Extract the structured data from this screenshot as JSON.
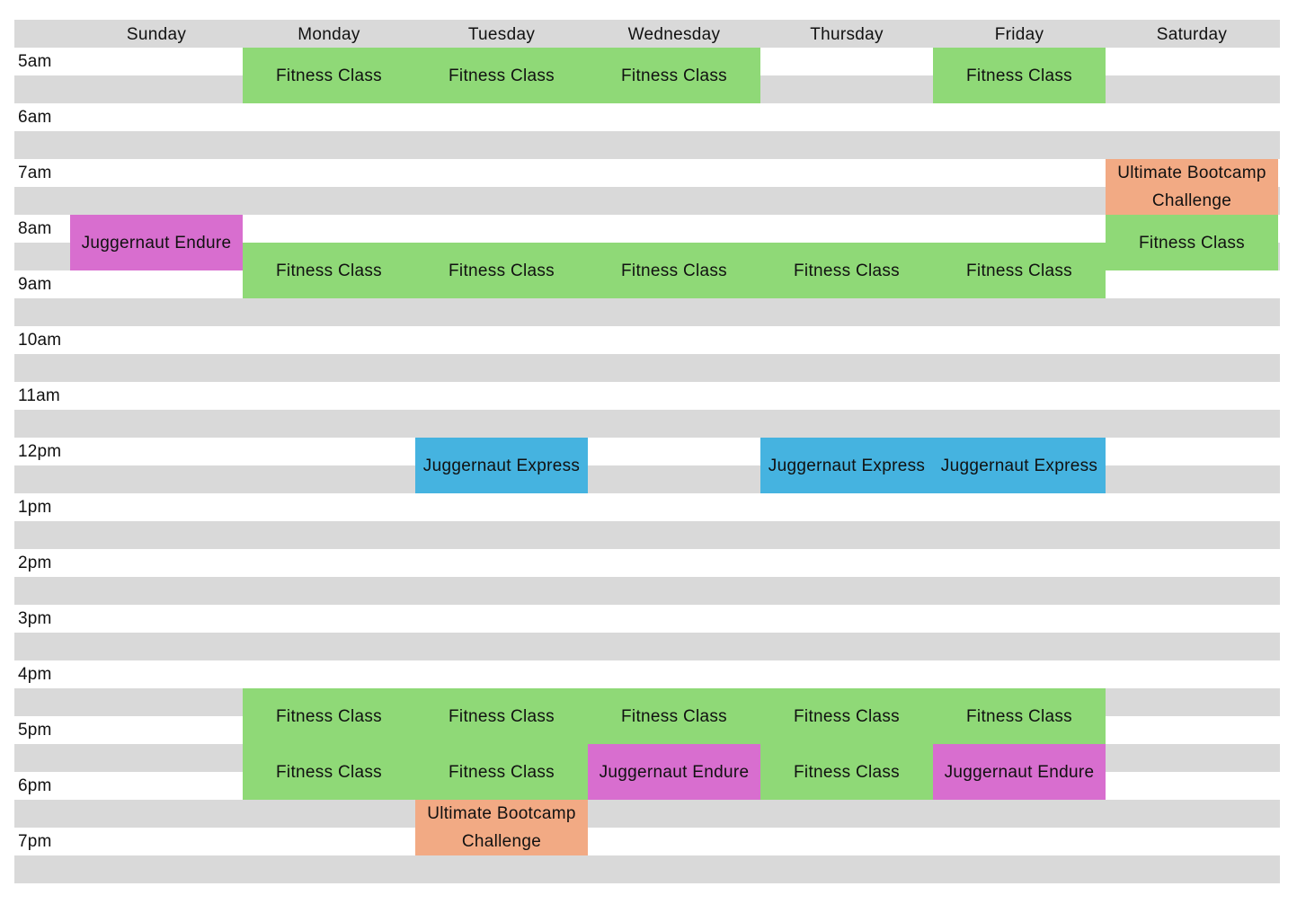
{
  "days": [
    "Sunday",
    "Monday",
    "Tuesday",
    "Wednesday",
    "Thursday",
    "Friday",
    "Saturday"
  ],
  "times": [
    "5am",
    "6am",
    "7am",
    "8am",
    "9am",
    "10am",
    "11am",
    "12pm",
    "1pm",
    "2pm",
    "3pm",
    "4pm",
    "5pm",
    "6pm",
    "7pm"
  ],
  "colors": {
    "fitness": "#8fd977",
    "express": "#45b3e0",
    "endure": "#d86ecf",
    "bootcamp": "#f2aa84",
    "row_shade": "#d9d9d9"
  },
  "events": [
    {
      "name": "Fitness Class",
      "day": "Monday",
      "start": "5:00am",
      "end": "6:00am"
    },
    {
      "name": "Fitness Class",
      "day": "Tuesday",
      "start": "5:00am",
      "end": "6:00am"
    },
    {
      "name": "Fitness Class",
      "day": "Wednesday",
      "start": "5:00am",
      "end": "6:00am"
    },
    {
      "name": "Fitness Class",
      "day": "Friday",
      "start": "5:00am",
      "end": "6:00am"
    },
    {
      "name": "Ultimate Bootcamp Challenge",
      "day": "Saturday",
      "start": "7:00am",
      "end": "8:00am"
    },
    {
      "name": "Juggernaut Endure",
      "day": "Sunday",
      "start": "8:00am",
      "end": "9:00am"
    },
    {
      "name": "Fitness Class",
      "day": "Saturday",
      "start": "8:00am",
      "end": "9:00am"
    },
    {
      "name": "Fitness Class",
      "day": "Monday",
      "start": "8:30am",
      "end": "9:30am"
    },
    {
      "name": "Fitness Class",
      "day": "Tuesday",
      "start": "8:30am",
      "end": "9:30am"
    },
    {
      "name": "Fitness Class",
      "day": "Wednesday",
      "start": "8:30am",
      "end": "9:30am"
    },
    {
      "name": "Fitness Class",
      "day": "Thursday",
      "start": "8:30am",
      "end": "9:30am"
    },
    {
      "name": "Fitness Class",
      "day": "Friday",
      "start": "8:30am",
      "end": "9:30am"
    },
    {
      "name": "Juggernaut Express",
      "day": "Tuesday",
      "start": "12:00pm",
      "end": "1:00pm"
    },
    {
      "name": "Juggernaut Express",
      "day": "Thursday",
      "start": "12:00pm",
      "end": "1:00pm"
    },
    {
      "name": "Juggernaut Express",
      "day": "Friday",
      "start": "12:00pm",
      "end": "1:00pm"
    },
    {
      "name": "Fitness Class",
      "day": "Monday",
      "start": "4:30pm",
      "end": "5:30pm"
    },
    {
      "name": "Fitness Class",
      "day": "Tuesday",
      "start": "4:30pm",
      "end": "5:30pm"
    },
    {
      "name": "Fitness Class",
      "day": "Wednesday",
      "start": "4:30pm",
      "end": "5:30pm"
    },
    {
      "name": "Fitness Class",
      "day": "Thursday",
      "start": "4:30pm",
      "end": "5:30pm"
    },
    {
      "name": "Fitness Class",
      "day": "Friday",
      "start": "4:30pm",
      "end": "5:30pm"
    },
    {
      "name": "Fitness Class",
      "day": "Monday",
      "start": "5:30pm",
      "end": "6:30pm"
    },
    {
      "name": "Fitness Class",
      "day": "Tuesday",
      "start": "5:30pm",
      "end": "6:30pm"
    },
    {
      "name": "Juggernaut Endure",
      "day": "Wednesday",
      "start": "5:30pm",
      "end": "6:30pm"
    },
    {
      "name": "Fitness Class",
      "day": "Thursday",
      "start": "5:30pm",
      "end": "6:30pm"
    },
    {
      "name": "Juggernaut Endure",
      "day": "Friday",
      "start": "5:30pm",
      "end": "6:30pm"
    },
    {
      "name": "Ultimate Bootcamp Challenge",
      "day": "Tuesday",
      "start": "6:30pm",
      "end": "7:30pm"
    }
  ]
}
